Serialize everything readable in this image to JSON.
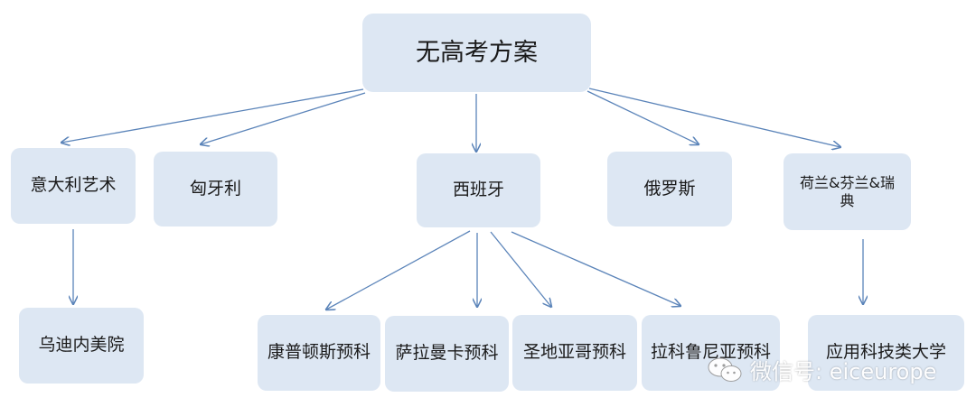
{
  "nodes": {
    "root": "无高考方案",
    "italy_art": "意大利艺术",
    "hungary": "匈牙利",
    "spain": "西班牙",
    "russia": "俄罗斯",
    "nl_fi_se": "荷兰&芬兰&瑞典",
    "udine": "乌迪内美院",
    "complutense": "康普顿斯预科",
    "salamanca": "萨拉曼卡预科",
    "santiago": "圣地亚哥预科",
    "la_coruna": "拉科鲁尼亚预科",
    "applied_sci": "应用科技类大学"
  },
  "watermark": {
    "text": "微信号: eiceurope",
    "icon": "wechat-icon"
  },
  "colors": {
    "node_fill": "#dde7f3",
    "edge": "#5b84b9"
  }
}
